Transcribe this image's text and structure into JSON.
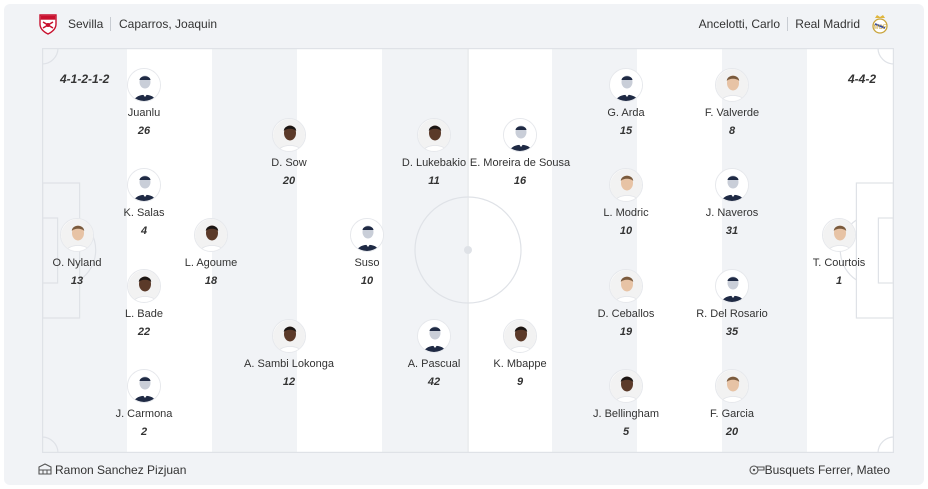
{
  "header": {
    "home_team": "Sevilla",
    "home_coach": "Caparros, Joaquin",
    "away_coach": "Ancelotti, Carlo",
    "away_team": "Real Madrid"
  },
  "home_formation": "4-1-2-1-2",
  "away_formation": "4-4-2",
  "home_players": [
    {
      "id": "nyland",
      "name": "O. Nyland",
      "number": "13",
      "skin": "light"
    },
    {
      "id": "juanlu",
      "name": "Juanlu",
      "number": "26",
      "skin": "placeholder"
    },
    {
      "id": "salas",
      "name": "K. Salas",
      "number": "4",
      "skin": "placeholder"
    },
    {
      "id": "bade",
      "name": "L. Bade",
      "number": "22",
      "skin": "dark"
    },
    {
      "id": "carmona",
      "name": "J. Carmona",
      "number": "2",
      "skin": "placeholder"
    },
    {
      "id": "agoume",
      "name": "L. Agoume",
      "number": "18",
      "skin": "dark"
    },
    {
      "id": "sow",
      "name": "D. Sow",
      "number": "20",
      "skin": "dark"
    },
    {
      "id": "sambi",
      "name": "A. Sambi Lokonga",
      "number": "12",
      "skin": "dark"
    },
    {
      "id": "suso",
      "name": "Suso",
      "number": "10",
      "skin": "placeholder"
    },
    {
      "id": "lukebakio",
      "name": "D. Lukebakio",
      "number": "11",
      "skin": "dark"
    },
    {
      "id": "pascual",
      "name": "A. Pascual",
      "number": "42",
      "skin": "placeholder"
    }
  ],
  "away_players": [
    {
      "id": "moreira",
      "name": "E. Moreira de Sousa",
      "number": "16",
      "skin": "placeholder"
    },
    {
      "id": "mbappe",
      "name": "K. Mbappe",
      "number": "9",
      "skin": "dark"
    },
    {
      "id": "arda",
      "name": "G. Arda",
      "number": "15",
      "skin": "placeholder"
    },
    {
      "id": "modric",
      "name": "L. Modric",
      "number": "10",
      "skin": "light"
    },
    {
      "id": "ceballos",
      "name": "D. Ceballos",
      "number": "19",
      "skin": "light"
    },
    {
      "id": "bellingham",
      "name": "J. Bellingham",
      "number": "5",
      "skin": "dark"
    },
    {
      "id": "valverde",
      "name": "F. Valverde",
      "number": "8",
      "skin": "light"
    },
    {
      "id": "naveros",
      "name": "J. Naveros",
      "number": "31",
      "skin": "placeholder"
    },
    {
      "id": "delrosario",
      "name": "R. Del Rosario",
      "number": "35",
      "skin": "placeholder"
    },
    {
      "id": "garcia",
      "name": "F. Garcia",
      "number": "20",
      "skin": "light"
    },
    {
      "id": "courtois",
      "name": "T. Courtois",
      "number": "1",
      "skin": "light"
    }
  ],
  "footer": {
    "stadium": "Ramon Sanchez Pizjuan",
    "referee": "Busquets Ferrer, Mateo"
  },
  "colors": {
    "pitch_light": "#ffffff",
    "pitch_dark": "#f1f3f6",
    "line": "#dfe2e7",
    "kit": "#1f2a44"
  }
}
